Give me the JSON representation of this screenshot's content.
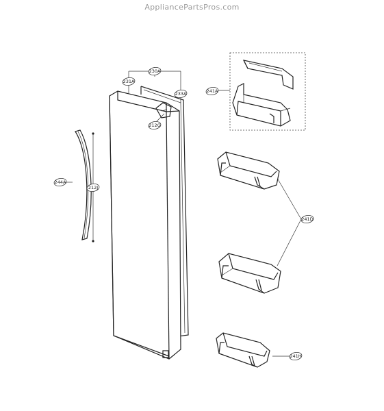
{
  "watermark": "AppliancePartsPros.com",
  "labels": {
    "p230A": "230A",
    "p231A": "231A",
    "p233A": "233A",
    "p212G": "212G",
    "p244A": "244A",
    "p212J": "212J",
    "p241A": "241A",
    "p241D": "241D",
    "p241H": "241H"
  }
}
